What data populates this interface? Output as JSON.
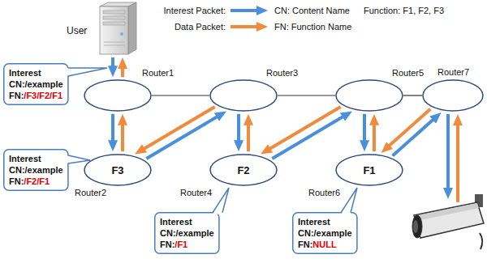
{
  "diagram": {
    "nodes": [
      {
        "text": [
          "User"
        ]
      },
      {
        "text": [
          "Interest",
          "CN:/example",
          "FN:",
          "/F3/F2/F1"
        ]
      },
      {
        "text": [
          "Router1"
        ]
      },
      {
        "text": [
          "Router3"
        ]
      },
      {
        "text": [
          "Router5"
        ]
      },
      {
        "text": [
          "Router7"
        ]
      },
      {
        "text": [
          "Interest",
          "CN:/example",
          "FN:",
          "/F2/F1"
        ]
      },
      {
        "text": [
          "F3",
          "Router2"
        ]
      },
      {
        "text": [
          "F2",
          "Router4"
        ]
      },
      {
        "text": [
          "F1",
          "Router6"
        ]
      },
      {
        "text": [
          "Interest",
          "CN:/example",
          "FN:",
          "/F1"
        ]
      },
      {
        "text": [
          "Interest",
          "CN:/example",
          "FN:",
          "NULL"
        ]
      }
    ],
    "edges": [
      {
        "from": 0,
        "to": 2,
        "arrow": "to"
      },
      {
        "from": 2,
        "to": 0,
        "arrow": "to"
      },
      {
        "from": 2,
        "to": 3,
        "arrow": "none"
      },
      {
        "from": 3,
        "to": 4,
        "arrow": "none"
      },
      {
        "from": 4,
        "to": 5,
        "arrow": "none"
      },
      {
        "from": 2,
        "to": 7,
        "arrow": "to"
      },
      {
        "from": 7,
        "to": 2,
        "arrow": "to"
      },
      {
        "from": 7,
        "to": 3,
        "arrow": "to"
      },
      {
        "from": 3,
        "to": 7,
        "arrow": "to"
      },
      {
        "from": 3,
        "to": 8,
        "arrow": "to"
      },
      {
        "from": 8,
        "to": 3,
        "arrow": "to"
      },
      {
        "from": 8,
        "to": 4,
        "arrow": "to"
      },
      {
        "from": 4,
        "to": 8,
        "arrow": "to"
      },
      {
        "from": 4,
        "to": 9,
        "arrow": "to"
      },
      {
        "from": 9,
        "to": 4,
        "arrow": "to"
      },
      {
        "from": 9,
        "to": 5,
        "arrow": "to"
      },
      {
        "from": 5,
        "to": 9,
        "arrow": "to"
      }
    ],
    "labels": [
      "CN: Content Name",
      "FN: Function Name",
      "Function: F1, F2, F3"
    ],
    "legend": [
      {
        "text": "Interest Packet:"
      },
      {
        "text": "Data Packet:"
      }
    ]
  }
}
